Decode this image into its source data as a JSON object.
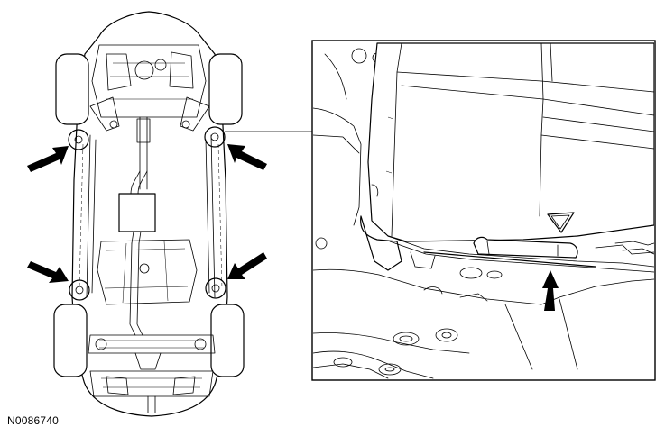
{
  "figure": {
    "id_label": "N0086740"
  },
  "callout_points": [
    {
      "name": "front-left-jack-point"
    },
    {
      "name": "front-right-jack-point"
    },
    {
      "name": "rear-left-jack-point"
    },
    {
      "name": "rear-right-jack-point"
    }
  ]
}
